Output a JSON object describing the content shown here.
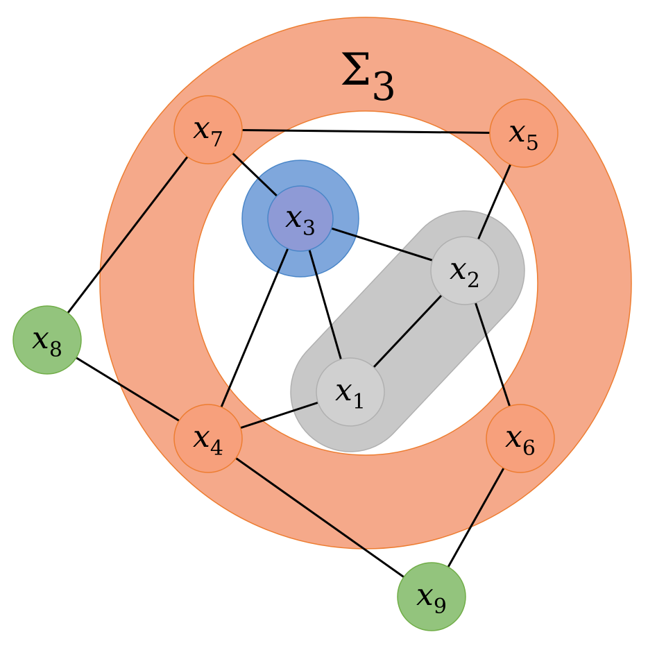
{
  "region_label": "Σ3",
  "region_label_parts": {
    "main": "Σ",
    "sub": "3"
  },
  "colors": {
    "ring_fill": "#f5a98a",
    "ring_stroke": "#ed7d31",
    "orange_node_fill": "#f7a07c",
    "orange_node_stroke": "#ed7d31",
    "green_node_fill": "#93c47d",
    "green_node_stroke": "#70ad47",
    "blue_halo_fill": "#7fa7dc",
    "blue_halo_stroke": "#4a86c8",
    "blue_node_fill": "#8e9ad6",
    "gray_capsule_fill": "#c8c8c8",
    "gray_node_fill": "#d0d0d0",
    "gray_stroke": "#b0b0b0",
    "edge": "#000000"
  },
  "nodes": [
    {
      "id": "x1",
      "main": "x",
      "sub": "1",
      "group": "gray"
    },
    {
      "id": "x2",
      "main": "x",
      "sub": "2",
      "group": "gray"
    },
    {
      "id": "x3",
      "main": "x",
      "sub": "3",
      "group": "blue"
    },
    {
      "id": "x4",
      "main": "x",
      "sub": "4",
      "group": "orange"
    },
    {
      "id": "x5",
      "main": "x",
      "sub": "5",
      "group": "orange"
    },
    {
      "id": "x6",
      "main": "x",
      "sub": "6",
      "group": "orange"
    },
    {
      "id": "x7",
      "main": "x",
      "sub": "7",
      "group": "orange"
    },
    {
      "id": "x8",
      "main": "x",
      "sub": "8",
      "group": "green"
    },
    {
      "id": "x9",
      "main": "x",
      "sub": "9",
      "group": "green"
    }
  ],
  "edges": [
    [
      "x7",
      "x5"
    ],
    [
      "x7",
      "x3"
    ],
    [
      "x7",
      "x8"
    ],
    [
      "x5",
      "x2"
    ],
    [
      "x3",
      "x2"
    ],
    [
      "x3",
      "x1"
    ],
    [
      "x3",
      "x4"
    ],
    [
      "x2",
      "x1"
    ],
    [
      "x2",
      "x6"
    ],
    [
      "x1",
      "x4"
    ],
    [
      "x8",
      "x4"
    ],
    [
      "x4",
      "x9"
    ],
    [
      "x6",
      "x9"
    ]
  ]
}
